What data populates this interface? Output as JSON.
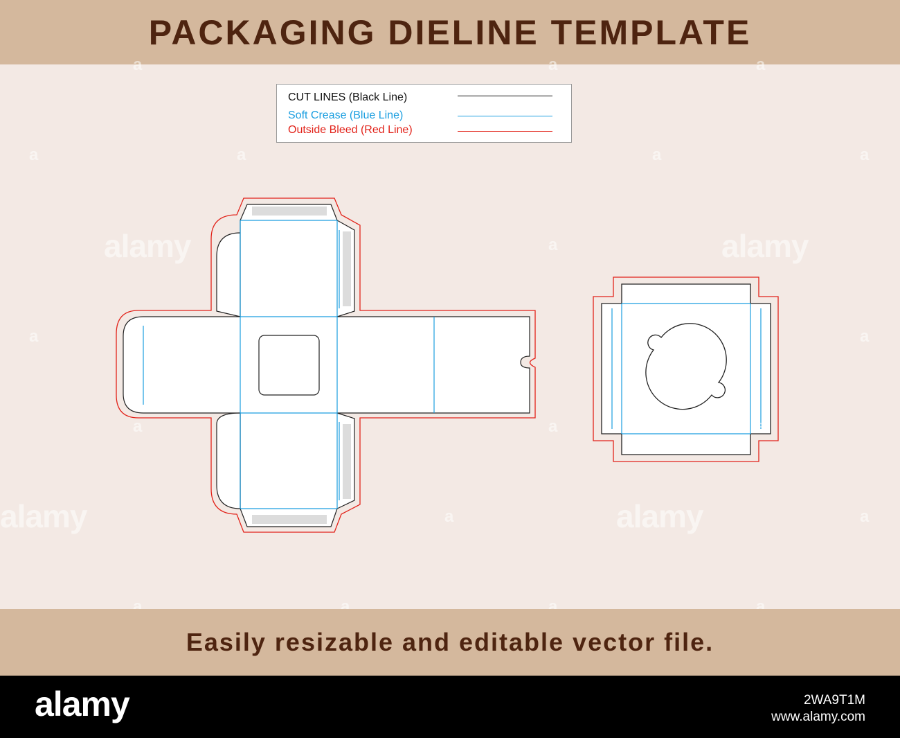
{
  "header": {
    "title": "PACKAGING DIELINE TEMPLATE"
  },
  "legend": {
    "items": [
      {
        "label": "CUT LINES (Black Line)",
        "color": "#111111"
      },
      {
        "label": "Soft Crease (Blue Line)",
        "color": "#1a9ee0"
      },
      {
        "label": "Outside Bleed (Red Line)",
        "color": "#e2231a"
      }
    ]
  },
  "footer": {
    "tagline": "Easily resizable and editable vector file."
  },
  "stock": {
    "logo": "alamy",
    "image_id": "2WA9T1M",
    "site": "www.alamy.com"
  },
  "watermark": {
    "word": "alamy",
    "mark": "a"
  }
}
